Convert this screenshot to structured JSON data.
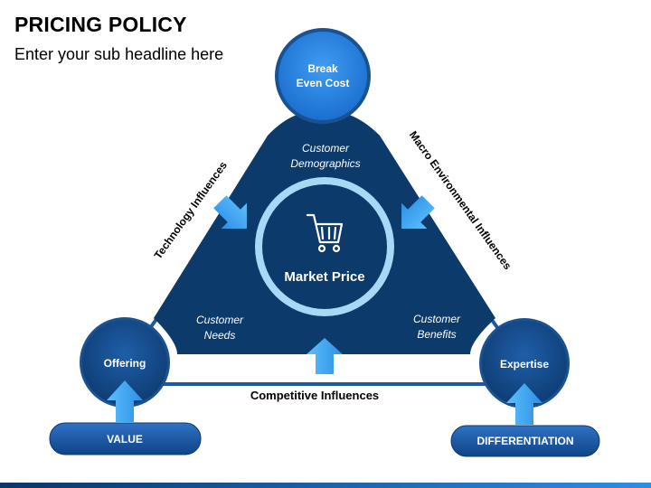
{
  "slide": {
    "title": "PRICING POLICY",
    "subtitle": "Enter your sub headline here"
  },
  "diagram": {
    "center_label": "Market Price",
    "center_icon": "shopping-cart-icon",
    "nodes": {
      "top": {
        "line1": "Break",
        "line2": "Even Cost"
      },
      "left": {
        "label": "Offering"
      },
      "right": {
        "label": "Expertise"
      }
    },
    "inner_labels": {
      "top": {
        "line1": "Customer",
        "line2": "Demographics"
      },
      "left": {
        "line1": "Customer",
        "line2": "Needs"
      },
      "right": {
        "line1": "Customer",
        "line2": "Benefits"
      }
    },
    "influences": {
      "left": "Technology Influences",
      "right": "Macro Environmental Influences",
      "bottom": "Competitive Influences"
    },
    "pills": {
      "left": "VALUE",
      "right": "DIFFERENTIATION"
    }
  },
  "colors": {
    "dark_navy": "#0c3a6b",
    "mid_blue": "#1f5aa0",
    "bright_blue": "#2f8de4",
    "light_blue": "#a9d8f7",
    "arrow_blue": "#3aa5ee"
  }
}
